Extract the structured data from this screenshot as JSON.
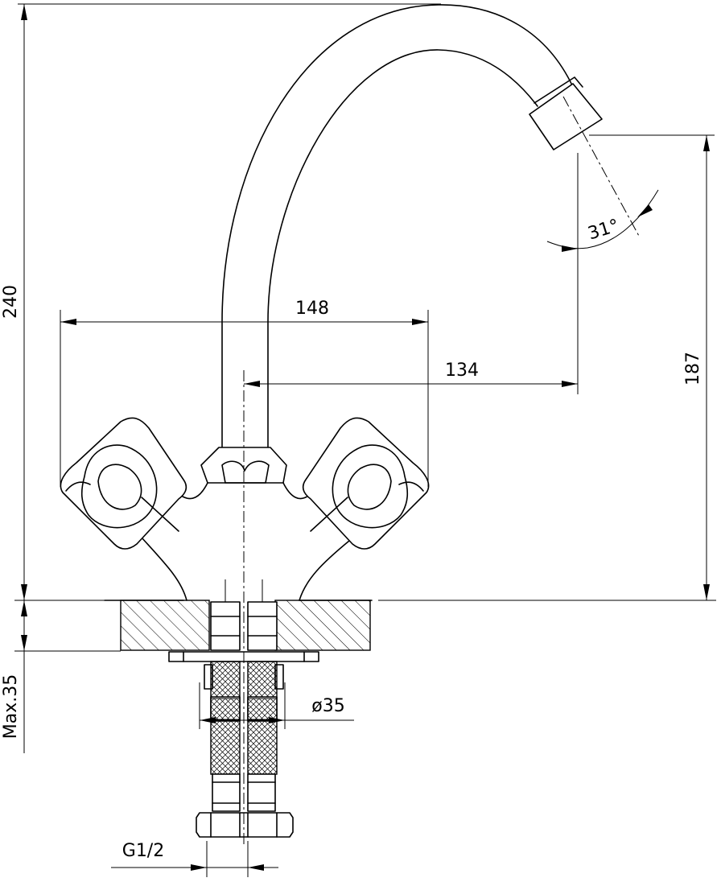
{
  "dimensions": {
    "overall_height": "240",
    "spout_outlet_height": "187",
    "handle_span": "148",
    "spout_reach": "134",
    "spray_angle": "31°",
    "max_countertop_thickness": "Max.35",
    "mounting_hole_diameter": "ø35",
    "connection_thread": "G1/2"
  }
}
